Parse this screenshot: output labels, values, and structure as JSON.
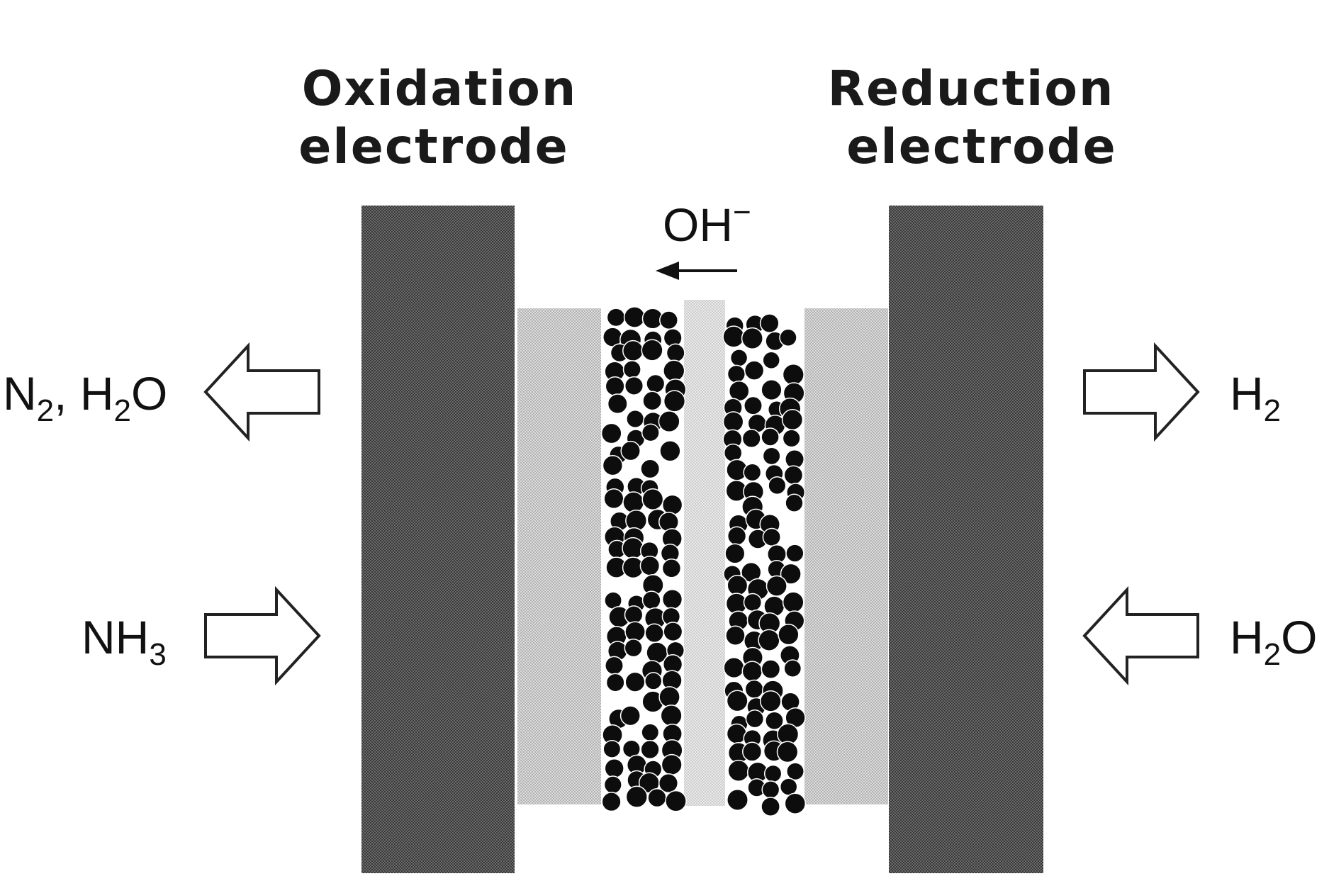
{
  "electrodes": {
    "oxidation": {
      "line1": "Oxidation",
      "line2": "electrode"
    },
    "reduction": {
      "line1": "Reduction",
      "line2": "electrode"
    }
  },
  "ion": {
    "base": "OH",
    "charge": "−"
  },
  "species": {
    "left_out": {
      "parts": [
        {
          "t": "N"
        },
        {
          "t": "2",
          "sub": true
        },
        {
          "t": ", H"
        },
        {
          "t": "2",
          "sub": true
        },
        {
          "t": "O"
        }
      ]
    },
    "left_in": {
      "parts": [
        {
          "t": "NH"
        },
        {
          "t": "3",
          "sub": true
        }
      ]
    },
    "right_out": {
      "parts": [
        {
          "t": "H"
        },
        {
          "t": "2",
          "sub": true
        }
      ]
    },
    "right_in": {
      "parts": [
        {
          "t": "H"
        },
        {
          "t": "2",
          "sub": true
        },
        {
          "t": "O"
        }
      ]
    }
  },
  "colors": {
    "electrode": "#444444",
    "diffusion_layer": "#c4c4c4",
    "membrane": "#dadada",
    "catalyst": "#0d0d0d",
    "arrow_stroke": "#222222"
  }
}
